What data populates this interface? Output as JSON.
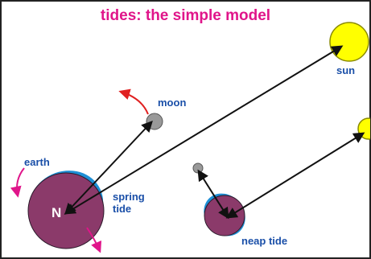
{
  "title": "tides: the simple model",
  "labels": {
    "moon": "moon",
    "sun": "sun",
    "earth": "earth",
    "spring_tide_line1": "spring",
    "spring_tide_line2": "tide",
    "neap_tide": "neap tide",
    "north_pole": "N"
  },
  "colors": {
    "title": "#e0158a",
    "label_blue": "#1a4fa8",
    "earth_fill": "#8b3a6a",
    "tidal_bulge": "#1e8fd6",
    "sun_fill": "#ffff00",
    "sun_stroke": "#8a8a00",
    "moon_fill": "#999999",
    "rotation_arrow": "#e0158a",
    "orbit_arrow": "#e02020",
    "line_color": "#111111"
  },
  "icons": {
    "earth_rotation": "curved-arrow-icon",
    "moon_orbit": "curved-arrow-icon"
  }
}
